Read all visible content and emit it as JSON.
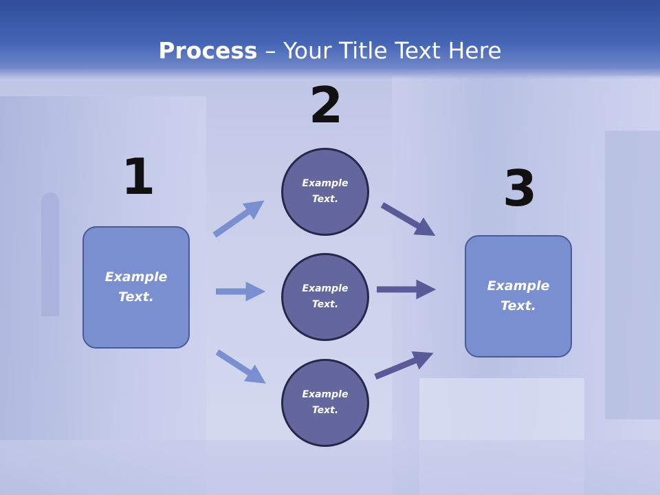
{
  "title": {
    "bold": "Process",
    "dash": " – ",
    "rest": "Your Title Text Here"
  },
  "steps": [
    {
      "number": "1",
      "text": "Example Text."
    },
    {
      "number": "2",
      "items": [
        "Example Text.",
        "Example Text.",
        "Example Text."
      ]
    },
    {
      "number": "3",
      "text": "Example Text."
    }
  ],
  "colors": {
    "title_band": "#3a58a8",
    "box_fill": "#7a8fcf",
    "circle_fill": "#63679e",
    "arrow_left": "#7a8fd0",
    "arrow_right": "#585b98"
  }
}
